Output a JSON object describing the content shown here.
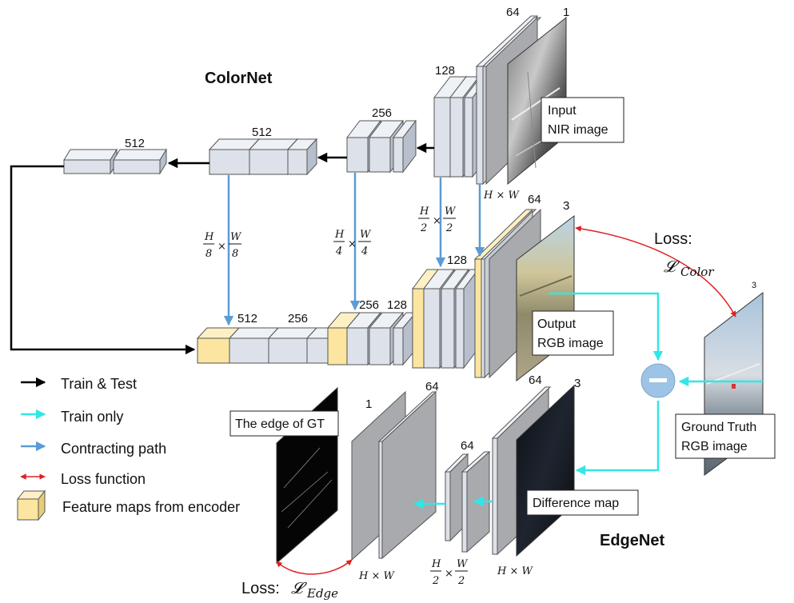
{
  "titles": {
    "colornet": "ColorNet",
    "edgenet": "EdgeNet"
  },
  "top_channels": {
    "c512a": "512",
    "c512b": "512",
    "c256": "256",
    "c128": "128",
    "c64": "64",
    "c1": "1"
  },
  "mid_channels": {
    "c512": "512",
    "c256a": "256",
    "c256b": "256",
    "c128a": "128",
    "c128b": "128",
    "c64": "64",
    "c3": "3"
  },
  "edge_channels": {
    "c1": "1",
    "c64a": "64",
    "c64b": "64",
    "c64c": "64",
    "c3": "3"
  },
  "gt_channels": "3",
  "dims": {
    "hw": "H × W",
    "h8_num": "H",
    "h8_den": "8",
    "w8_num": "W",
    "w8_den": "8",
    "h4_num": "H",
    "h4_den": "4",
    "w4_num": "W",
    "w4_den": "4",
    "h2_num": "H",
    "h2_den": "2",
    "w2_num": "W",
    "w2_den": "2",
    "times": "×"
  },
  "boxes": {
    "input_line1": "Input",
    "input_line2": "NIR image",
    "output_line1": "Output",
    "output_line2": "RGB image",
    "gt_line1": "Ground Truth",
    "gt_line2": "RGB image",
    "edge_gt": "The edge of GT",
    "diff_map": "Difference map"
  },
  "loss": {
    "color_prefix": "Loss:",
    "color_symbol": "𝓛",
    "color_sub": "Color",
    "edge_prefix": "Loss:",
    "edge_symbol": "𝓛",
    "edge_sub": "Edge"
  },
  "legend": [
    {
      "label": "Train & Test",
      "color": "#000000"
    },
    {
      "label": "Train only",
      "color": "#33e6e6"
    },
    {
      "label": "Contracting path",
      "color": "#5b9bd5"
    },
    {
      "label": "Loss function",
      "color": "#e02020"
    },
    {
      "label": "Feature maps from encoder",
      "color": "#fbe5a0"
    }
  ],
  "colors": {
    "block_face": "#dde2ea",
    "block_side": "#b8bfcc",
    "block_top": "#eef1f5",
    "encoder_face": "#fbe5a0",
    "encoder_side": "#e8cd78",
    "gray_plane": "#a8aaad",
    "black_arrow": "#000000",
    "cyan_arrow": "#33e6e6",
    "blue_arrow": "#5b9bd5",
    "red_arrow": "#e02020",
    "minus_circle": "#9dc3e6"
  }
}
